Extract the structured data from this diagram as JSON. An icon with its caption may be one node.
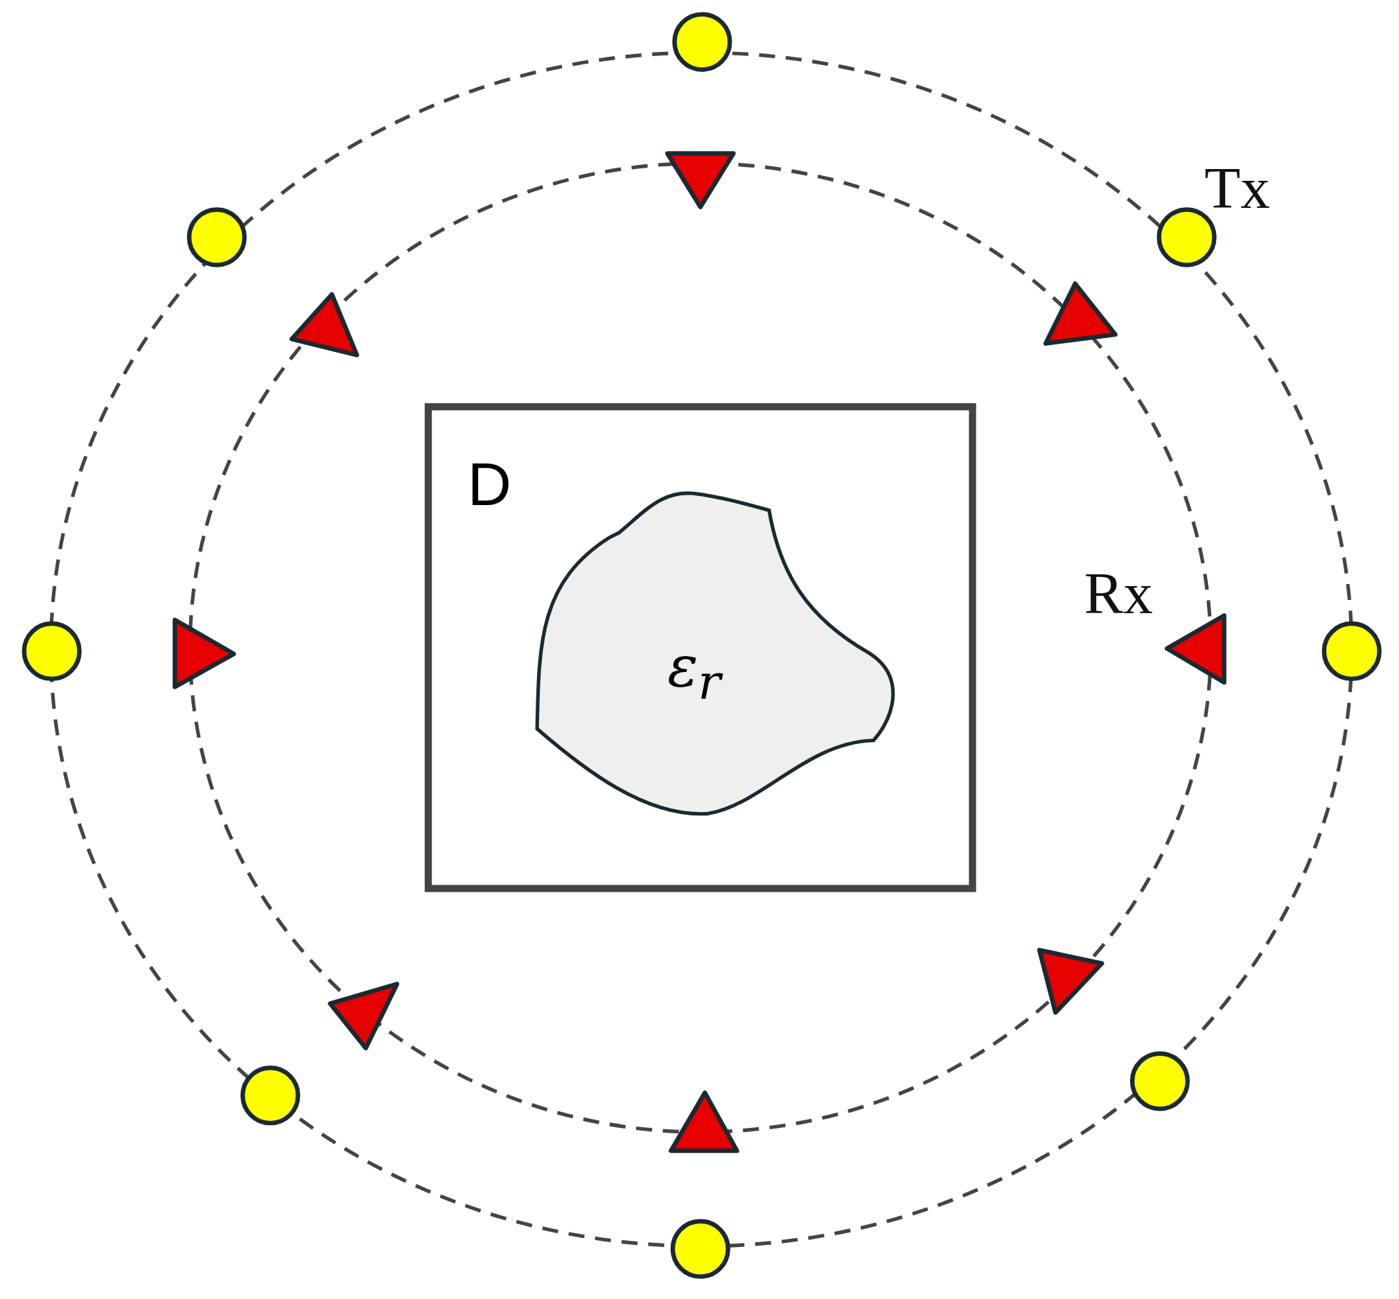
{
  "diagram": {
    "nodes": [
      {
        "text": [
          "D"
        ]
      },
      {
        "text": [
          "ε$_{r}$"
        ],
        "in": 0
      }
    ],
    "labels": [
      "Tx",
      "Rx"
    ]
  }
}
